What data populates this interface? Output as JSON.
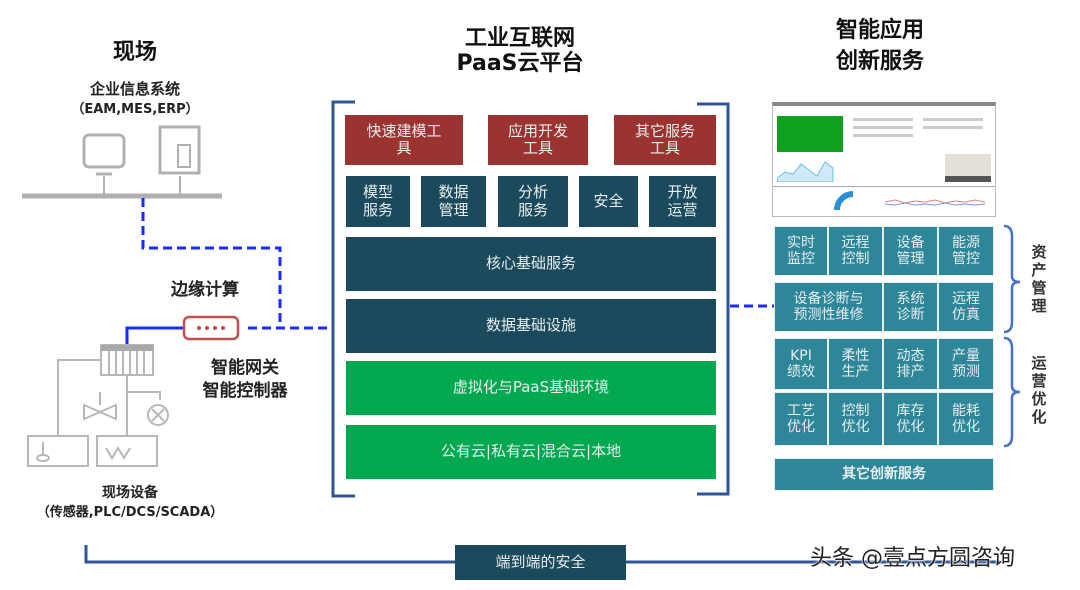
{
  "left": {
    "heading": "现场",
    "enterprise_systems": "企业信息系统",
    "enterprise_systems_detail": "（EAM,MES,ERP）",
    "edge_computing": "边缘计算",
    "gateway_line1": "智能网关",
    "gateway_line2": "智能控制器",
    "field_devices": "现场设备",
    "field_devices_detail": "（传感器,PLC/DCS/SCADA）"
  },
  "platform": {
    "title_line1": "工业互联网",
    "title_line2": "PaaS云平台",
    "tools": [
      {
        "line1": "快速建模工",
        "line2": "具"
      },
      {
        "line1": "应用开发",
        "line2": "工具"
      },
      {
        "line1": "其它服务",
        "line2": "工具"
      }
    ],
    "services": [
      {
        "line1": "模型",
        "line2": "服务"
      },
      {
        "line1": "数据",
        "line2": "管理"
      },
      {
        "line1": "分析",
        "line2": "服务"
      },
      {
        "line1": "安全",
        "line2": ""
      },
      {
        "line1": "开放",
        "line2": "运营"
      }
    ],
    "layers": [
      {
        "label": "核心基础服务"
      },
      {
        "label": "数据基础设施"
      },
      {
        "label": "虚拟化与PaaS基础环境"
      },
      {
        "label": "公有云|私有云|混合云|本地"
      }
    ]
  },
  "apps": {
    "title_line1": "智能应用",
    "title_line2": "创新服务",
    "asset_management": {
      "label": "资产管理",
      "row1": [
        {
          "line1": "实时",
          "line2": "监控"
        },
        {
          "line1": "远程",
          "line2": "控制"
        },
        {
          "line1": "设备",
          "line2": "管理"
        },
        {
          "line1": "能源",
          "line2": "管控"
        }
      ],
      "row2": [
        {
          "line1": "设备诊断与",
          "line2": "预测性维修"
        },
        {
          "line1": "系统",
          "line2": "诊断"
        },
        {
          "line1": "远程",
          "line2": "仿真"
        }
      ]
    },
    "operations_optimization": {
      "label": "运营优化",
      "row1": [
        {
          "line1": "KPI",
          "line2": "绩效"
        },
        {
          "line1": "柔性",
          "line2": "生产"
        },
        {
          "line1": "动态",
          "line2": "排产"
        },
        {
          "line1": "产量",
          "line2": "预测"
        }
      ],
      "row2": [
        {
          "line1": "工艺",
          "line2": "优化"
        },
        {
          "line1": "控制",
          "line2": "优化"
        },
        {
          "line1": "库存",
          "line2": "优化"
        },
        {
          "line1": "能耗",
          "line2": "优化"
        }
      ]
    },
    "other_services": "其它创新服务"
  },
  "footer": {
    "security": "端到端的安全",
    "watermark": "头条 @壹点方圆咨询"
  },
  "colors": {
    "tool_red": "#9b3431",
    "navy": "#1a4a5c",
    "green": "#00a84f",
    "teal": "#2d8799",
    "bracket_blue": "#2f5597",
    "dashed_blue": "#1a2bff",
    "gateway_red": "#c0504d"
  }
}
